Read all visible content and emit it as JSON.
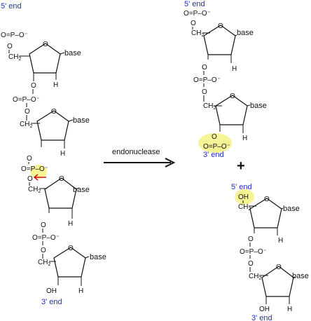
{
  "labels": {
    "five_prime_end": "5' end",
    "three_prime_end": "3' end",
    "base": "base",
    "phosphate": "O=P–O⁻",
    "oxygen": "O",
    "ch2": "CH",
    "ch2_sub": "2",
    "hydrogen": "H",
    "hydroxyl": "OH",
    "plus": "+"
  },
  "arrow": {
    "label": "endonuclease"
  },
  "colors": {
    "end_label": "#1f2fbf",
    "highlight": "#f4f06a",
    "cut_arrow": "#d01010",
    "ink": "#111111"
  }
}
